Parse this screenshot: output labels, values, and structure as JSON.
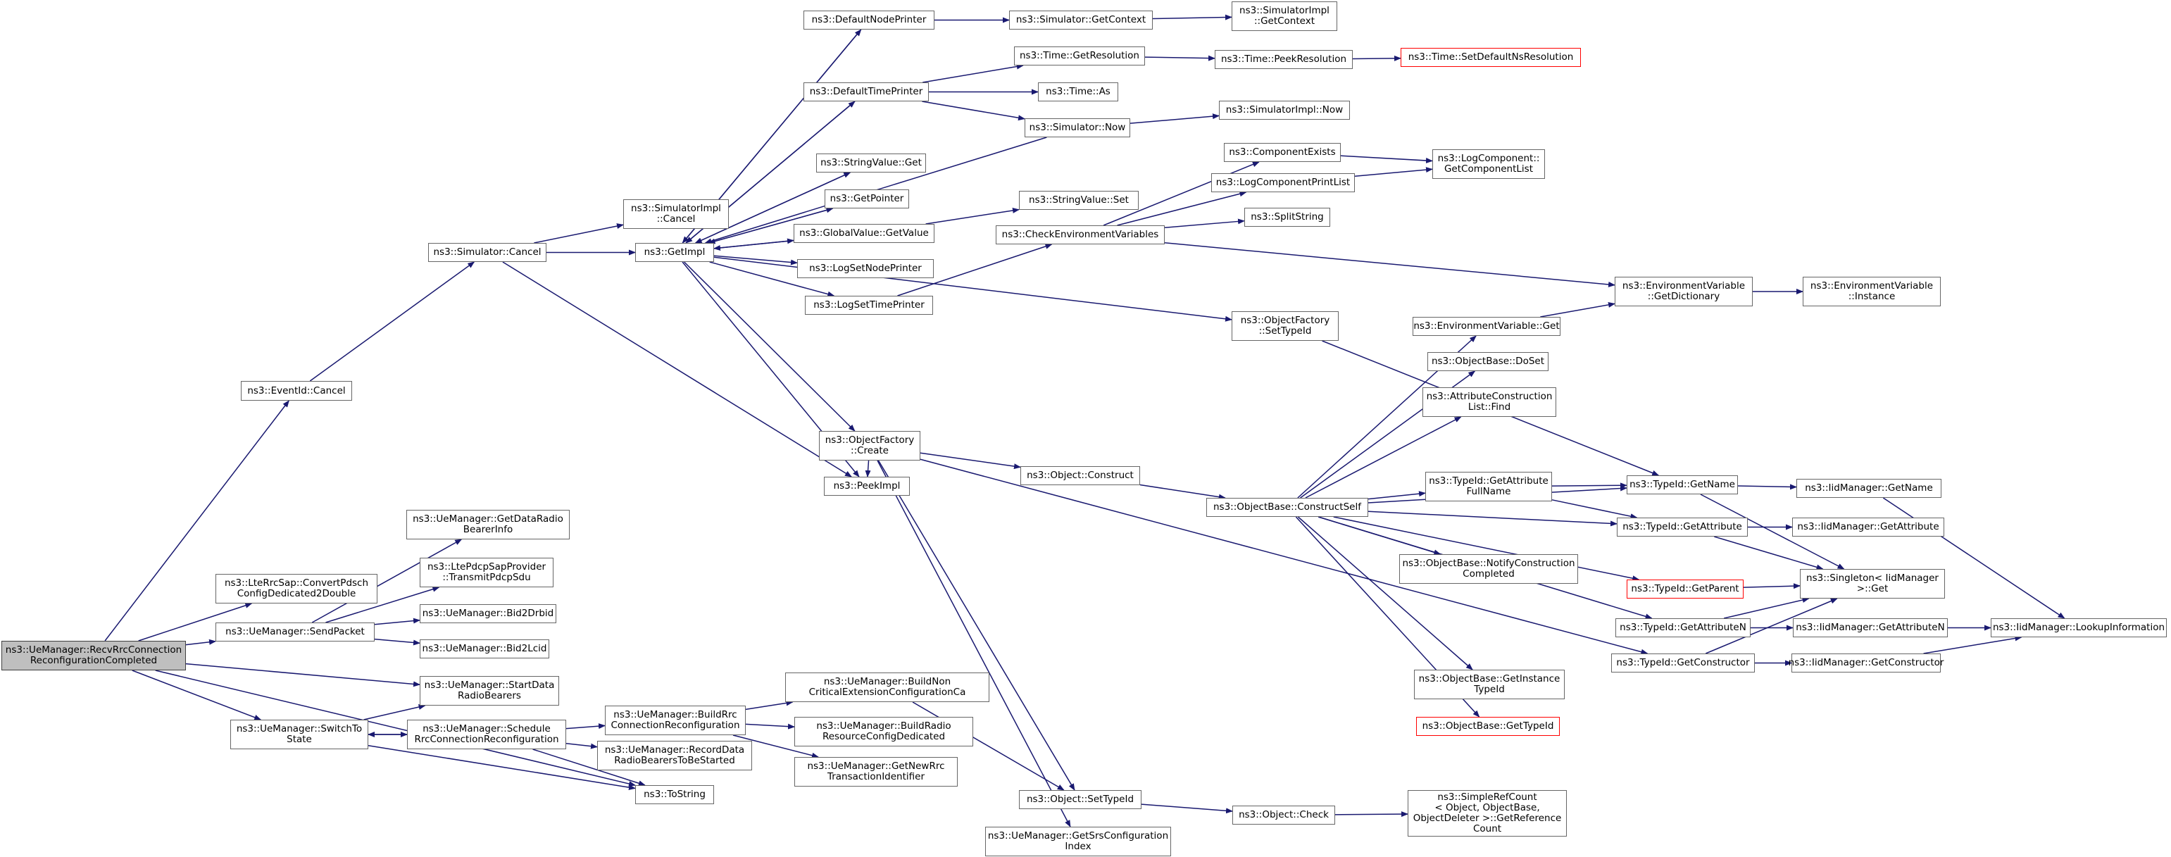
{
  "colors": {
    "edge": "#191970",
    "border": "#666666",
    "root_fill": "#bfbfbf",
    "highlight_border": "#ff0000"
  },
  "nodes": {
    "recv": {
      "lines": [
        "ns3::UeManager::RecvRrcConnection",
        "ReconfigurationCompleted"
      ],
      "style": "root"
    },
    "eventid_cancel": {
      "lines": [
        "ns3::EventId::Cancel"
      ]
    },
    "convert": {
      "lines": [
        "ns3::LteRrcSap::ConvertPdsch",
        "ConfigDedicated2Double"
      ]
    },
    "sendpacket": {
      "lines": [
        "ns3::UeManager::SendPacket"
      ]
    },
    "switchto": {
      "lines": [
        "ns3::UeManager::SwitchTo",
        "State"
      ]
    },
    "sim_cancel": {
      "lines": [
        "ns3::Simulator::Cancel"
      ]
    },
    "getdataradio": {
      "lines": [
        "ns3::UeManager::GetDataRadio",
        "BearerInfo"
      ]
    },
    "transmitpdcp": {
      "lines": [
        "ns3::LtePdcpSapProvider",
        "::TransmitPdcpSdu"
      ]
    },
    "bid2drbid": {
      "lines": [
        "ns3::UeManager::Bid2Drbid"
      ]
    },
    "bid2lcid": {
      "lines": [
        "ns3::UeManager::Bid2Lcid"
      ]
    },
    "startdata": {
      "lines": [
        "ns3::UeManager::StartData",
        "RadioBearers"
      ]
    },
    "schedule": {
      "lines": [
        "ns3::UeManager::Schedule",
        "RrcConnectionReconfiguration"
      ]
    },
    "tostring": {
      "lines": [
        "ns3::ToString"
      ]
    },
    "simimpl_cancel": {
      "lines": [
        "ns3::SimulatorImpl",
        "::Cancel"
      ]
    },
    "getimpl": {
      "lines": [
        "ns3::GetImpl"
      ]
    },
    "buildrrc": {
      "lines": [
        "ns3::UeManager::BuildRrc",
        "ConnectionReconfiguration"
      ]
    },
    "recorddata": {
      "lines": [
        "ns3::UeManager::RecordData",
        "RadioBearersToBeStarted"
      ]
    },
    "buildnon": {
      "lines": [
        "ns3::UeManager::BuildNon",
        "CriticalExtensionConfigurationCa"
      ]
    },
    "buildradio": {
      "lines": [
        "ns3::UeManager::BuildRadio",
        "ResourceConfigDedicated"
      ]
    },
    "getnewrrc": {
      "lines": [
        "ns3::UeManager::GetNewRrc",
        "TransactionIdentifier"
      ]
    },
    "defaultnode": {
      "lines": [
        "ns3::DefaultNodePrinter"
      ]
    },
    "defaulttime": {
      "lines": [
        "ns3::DefaultTimePrinter"
      ]
    },
    "stringvalue_get": {
      "lines": [
        "ns3::StringValue::Get"
      ]
    },
    "getpointer": {
      "lines": [
        "ns3::GetPointer"
      ]
    },
    "globalvalue": {
      "lines": [
        "ns3::GlobalValue::GetValue"
      ]
    },
    "lognode": {
      "lines": [
        "ns3::LogSetNodePrinter"
      ]
    },
    "logtime": {
      "lines": [
        "ns3::LogSetTimePrinter"
      ]
    },
    "objfactory_create": {
      "lines": [
        "ns3::ObjectFactory",
        "::Create"
      ]
    },
    "peekimpl": {
      "lines": [
        "ns3::PeekImpl"
      ]
    },
    "getsrs": {
      "lines": [
        "ns3::UeManager::GetSrsConfiguration",
        "Index"
      ]
    },
    "sim_getcontext": {
      "lines": [
        "ns3::Simulator::GetContext"
      ]
    },
    "simimpl_getcontext": {
      "lines": [
        "ns3::SimulatorImpl",
        "::GetContext"
      ]
    },
    "time_getres": {
      "lines": [
        "ns3::Time::GetResolution"
      ]
    },
    "time_peekres": {
      "lines": [
        "ns3::Time::PeekResolution"
      ]
    },
    "time_setdefault": {
      "lines": [
        "ns3::Time::SetDefaultNsResolution"
      ],
      "style": "red"
    },
    "time_as": {
      "lines": [
        "ns3::Time::As"
      ]
    },
    "sim_now": {
      "lines": [
        "ns3::Simulator::Now"
      ]
    },
    "simimpl_now": {
      "lines": [
        "ns3::SimulatorImpl::Now"
      ]
    },
    "stringvalue_set": {
      "lines": [
        "ns3::StringValue::Set"
      ]
    },
    "checkenv": {
      "lines": [
        "ns3::CheckEnvironmentVariables"
      ]
    },
    "compexists": {
      "lines": [
        "ns3::ComponentExists"
      ]
    },
    "logcompprint": {
      "lines": [
        "ns3::LogComponentPrintList"
      ]
    },
    "splitstring": {
      "lines": [
        "ns3::SplitString"
      ]
    },
    "logcomp_getlist": {
      "lines": [
        "ns3::LogComponent::",
        "GetComponentList"
      ]
    },
    "objfactory_settypeid": {
      "lines": [
        "ns3::ObjectFactory",
        "::SetTypeId"
      ]
    },
    "envvar_getdict": {
      "lines": [
        "ns3::EnvironmentVariable",
        "::GetDictionary"
      ]
    },
    "envvar_instance": {
      "lines": [
        "ns3::EnvironmentVariable",
        "::Instance"
      ]
    },
    "object_construct": {
      "lines": [
        "ns3::Object::Construct"
      ]
    },
    "object_settypeid": {
      "lines": [
        "ns3::Object::SetTypeId"
      ]
    },
    "object_check": {
      "lines": [
        "ns3::Object::Check"
      ]
    },
    "simplerefcount": {
      "lines": [
        "ns3::SimpleRefCount",
        "< Object, ObjectBase,",
        "ObjectDeleter >::GetReference",
        "Count"
      ]
    },
    "constructself": {
      "lines": [
        "ns3::ObjectBase::ConstructSelf"
      ]
    },
    "envvar_get": {
      "lines": [
        "ns3::EnvironmentVariable::Get"
      ]
    },
    "objectbase_doset": {
      "lines": [
        "ns3::ObjectBase::DoSet"
      ]
    },
    "attrconstr_find": {
      "lines": [
        "ns3::AttributeConstruction",
        "List::Find"
      ]
    },
    "typeid_getattrfull": {
      "lines": [
        "ns3::TypeId::GetAttribute",
        "FullName"
      ]
    },
    "notifyconstr": {
      "lines": [
        "ns3::ObjectBase::NotifyConstruction",
        "Completed"
      ]
    },
    "getinstancetypeid": {
      "lines": [
        "ns3::ObjectBase::GetInstance",
        "TypeId"
      ]
    },
    "objectbase_gettypeid": {
      "lines": [
        "ns3::ObjectBase::GetTypeId"
      ],
      "style": "red"
    },
    "typeid_getname": {
      "lines": [
        "ns3::TypeId::GetName"
      ]
    },
    "typeid_getattribute": {
      "lines": [
        "ns3::TypeId::GetAttribute"
      ]
    },
    "typeid_getparent": {
      "lines": [
        "ns3::TypeId::GetParent"
      ],
      "style": "red"
    },
    "typeid_getattributen": {
      "lines": [
        "ns3::TypeId::GetAttributeN"
      ]
    },
    "typeid_getconstructor": {
      "lines": [
        "ns3::TypeId::GetConstructor"
      ]
    },
    "iid_getname": {
      "lines": [
        "ns3::IidManager::GetName"
      ]
    },
    "iid_getattribute": {
      "lines": [
        "ns3::IidManager::GetAttribute"
      ]
    },
    "singleton_get": {
      "lines": [
        "ns3::Singleton< IidManager",
        ">::Get"
      ]
    },
    "iid_getattributen": {
      "lines": [
        "ns3::IidManager::GetAttributeN"
      ]
    },
    "iid_getconstructor": {
      "lines": [
        "ns3::IidManager::GetConstructor"
      ]
    },
    "iid_lookup": {
      "lines": [
        "ns3::IidManager::LookupInformation"
      ]
    }
  },
  "edges": [
    [
      "recv",
      "eventid_cancel"
    ],
    [
      "recv",
      "convert"
    ],
    [
      "recv",
      "sendpacket"
    ],
    [
      "recv",
      "startdata"
    ],
    [
      "recv",
      "switchto"
    ],
    [
      "recv",
      "tostring"
    ],
    [
      "eventid_cancel",
      "sim_cancel"
    ],
    [
      "sim_cancel",
      "simimpl_cancel"
    ],
    [
      "sim_cancel",
      "getimpl"
    ],
    [
      "sim_cancel",
      "peekimpl"
    ],
    [
      "sendpacket",
      "getdataradio"
    ],
    [
      "sendpacket",
      "transmitpdcp"
    ],
    [
      "sendpacket",
      "bid2drbid"
    ],
    [
      "sendpacket",
      "bid2lcid"
    ],
    [
      "switchto",
      "startdata"
    ],
    [
      "switchto",
      "schedule"
    ],
    [
      "switchto",
      "tostring"
    ],
    [
      "schedule",
      "switchto"
    ],
    [
      "schedule",
      "buildrrc"
    ],
    [
      "schedule",
      "recorddata"
    ],
    [
      "schedule",
      "tostring"
    ],
    [
      "buildrrc",
      "buildnon"
    ],
    [
      "buildrrc",
      "buildradio"
    ],
    [
      "buildrrc",
      "getnewrrc"
    ],
    [
      "buildnon",
      "object_settypeid"
    ],
    [
      "getimpl",
      "defaultnode"
    ],
    [
      "getimpl",
      "defaulttime"
    ],
    [
      "getimpl",
      "stringvalue_get"
    ],
    [
      "getimpl",
      "getpointer"
    ],
    [
      "getimpl",
      "globalvalue"
    ],
    [
      "getimpl",
      "lognode"
    ],
    [
      "getimpl",
      "logtime"
    ],
    [
      "getimpl",
      "objfactory_create"
    ],
    [
      "getimpl",
      "peekimpl"
    ],
    [
      "getimpl",
      "objfactory_settypeid"
    ],
    [
      "defaultnode",
      "getimpl"
    ],
    [
      "defaulttime",
      "getimpl"
    ],
    [
      "sim_now",
      "getimpl"
    ],
    [
      "stringvalue_get",
      "getimpl"
    ],
    [
      "getpointer",
      "getimpl"
    ],
    [
      "globalvalue",
      "getimpl"
    ],
    [
      "defaultnode",
      "sim_getcontext"
    ],
    [
      "sim_getcontext",
      "simimpl_getcontext"
    ],
    [
      "defaulttime",
      "time_getres"
    ],
    [
      "defaulttime",
      "time_as"
    ],
    [
      "defaulttime",
      "sim_now"
    ],
    [
      "time_getres",
      "time_peekres"
    ],
    [
      "time_peekres",
      "time_setdefault"
    ],
    [
      "sim_now",
      "simimpl_now"
    ],
    [
      "globalvalue",
      "stringvalue_set"
    ],
    [
      "logtime",
      "checkenv"
    ],
    [
      "checkenv",
      "compexists"
    ],
    [
      "checkenv",
      "logcompprint"
    ],
    [
      "checkenv",
      "splitstring"
    ],
    [
      "checkenv",
      "envvar_getdict"
    ],
    [
      "compexists",
      "logcomp_getlist"
    ],
    [
      "logcompprint",
      "logcomp_getlist"
    ],
    [
      "envvar_getdict",
      "envvar_instance"
    ],
    [
      "objfactory_settypeid",
      "typeid_getname"
    ],
    [
      "objfactory_create",
      "object_construct"
    ],
    [
      "objfactory_create",
      "peekimpl"
    ],
    [
      "objfactory_create",
      "object_settypeid"
    ],
    [
      "objfactory_create",
      "getsrs"
    ],
    [
      "objfactory_create",
      "typeid_getconstructor"
    ],
    [
      "object_construct",
      "constructself"
    ],
    [
      "object_settypeid",
      "object_check"
    ],
    [
      "object_check",
      "simplerefcount"
    ],
    [
      "constructself",
      "envvar_get"
    ],
    [
      "constructself",
      "objectbase_doset"
    ],
    [
      "constructself",
      "attrconstr_find"
    ],
    [
      "constructself",
      "typeid_getname"
    ],
    [
      "constructself",
      "typeid_getattrfull"
    ],
    [
      "constructself",
      "typeid_getattribute"
    ],
    [
      "constructself",
      "notifyconstr"
    ],
    [
      "constructself",
      "typeid_getparent"
    ],
    [
      "constructself",
      "typeid_getattributen"
    ],
    [
      "constructself",
      "getinstancetypeid"
    ],
    [
      "constructself",
      "objectbase_gettypeid"
    ],
    [
      "envvar_get",
      "envvar_getdict"
    ],
    [
      "typeid_getattrfull",
      "typeid_getname"
    ],
    [
      "typeid_getattrfull",
      "typeid_getattribute"
    ],
    [
      "typeid_getname",
      "iid_getname"
    ],
    [
      "typeid_getname",
      "singleton_get"
    ],
    [
      "typeid_getattribute",
      "iid_getattribute"
    ],
    [
      "typeid_getattribute",
      "singleton_get"
    ],
    [
      "typeid_getparent",
      "singleton_get"
    ],
    [
      "typeid_getattributen",
      "singleton_get"
    ],
    [
      "typeid_getattributen",
      "iid_getattributen"
    ],
    [
      "typeid_getconstructor",
      "singleton_get"
    ],
    [
      "typeid_getconstructor",
      "iid_getconstructor"
    ],
    [
      "iid_getname",
      "iid_lookup"
    ],
    [
      "iid_getattributen",
      "iid_lookup"
    ],
    [
      "iid_getconstructor",
      "iid_lookup"
    ]
  ]
}
